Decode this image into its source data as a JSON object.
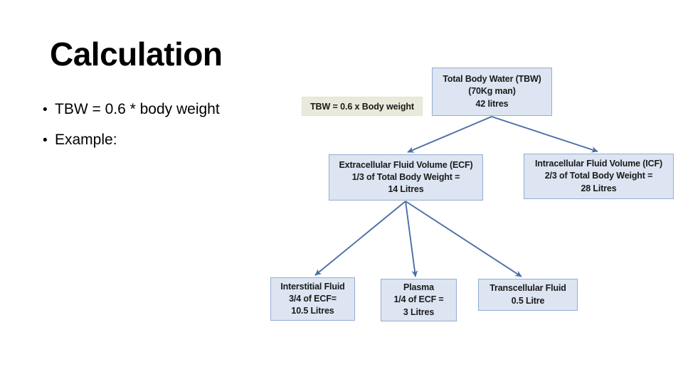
{
  "slide": {
    "title": "Calculation",
    "bullets": [
      {
        "marker": "•",
        "text": "TBW = 0.6 * body weight"
      },
      {
        "marker": "•",
        "text": "Example:"
      }
    ]
  },
  "diagram": {
    "formula_box": {
      "text": "TBW = 0.6 x Body weight",
      "fill": "#e9eadb",
      "border": "#e2e3d2"
    },
    "node_fill": "#dce5f1",
    "node_border": "#93add2",
    "arrow_color": "#4a6fa5",
    "nodes": {
      "tbw": {
        "line1": "Total Body Water (TBW)",
        "line2": "(70Kg man)",
        "line3": "42 litres"
      },
      "ecf": {
        "line1": "Extracellular Fluid Volume (ECF)",
        "line2": "1/3 of Total Body Weight =",
        "line3": "14 Litres"
      },
      "icf": {
        "line1": "Intracellular Fluid Volume (ICF)",
        "line2": "2/3 of Total Body Weight =",
        "line3": "28 Litres"
      },
      "interstitial": {
        "line1": "Interstitial Fluid",
        "line2": "3/4 of ECF=",
        "line3": "10.5 Litres"
      },
      "plasma": {
        "line1": "Plasma",
        "line2": "1/4 of ECF =",
        "line3": "3 Litres"
      },
      "transcellular": {
        "line1": "Transcellular Fluid",
        "line2": "0.5 Litre"
      }
    },
    "edges": [
      {
        "from": "tbw",
        "to": "ecf"
      },
      {
        "from": "tbw",
        "to": "icf"
      },
      {
        "from": "ecf",
        "to": "interstitial"
      },
      {
        "from": "ecf",
        "to": "plasma"
      },
      {
        "from": "ecf",
        "to": "transcellular"
      }
    ]
  }
}
